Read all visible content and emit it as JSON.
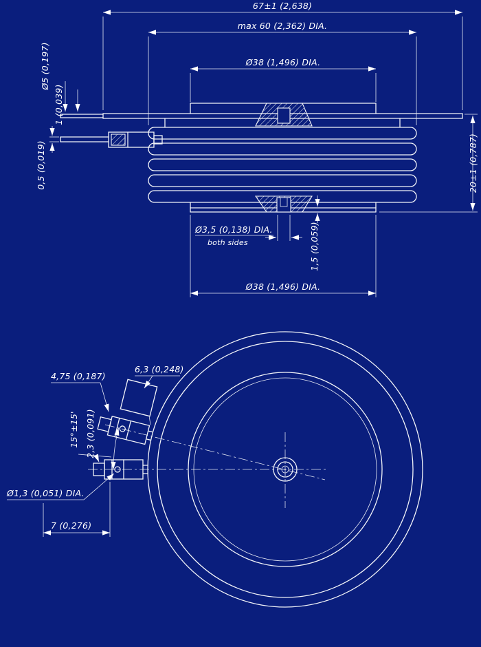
{
  "drawing": {
    "colors": {
      "background": "#0a1e7d",
      "line": "#ffffff"
    },
    "side_view": {
      "dim_overall_width": "67±1 (2,638)",
      "dim_max_diameter": "max 60 (2,362) DIA.",
      "dim_pole_face_top": "Ø38 (1,496) DIA.",
      "dim_thickness": "20±1 (0,787)",
      "dim_gate_tube": "Ø5 (0,197)",
      "dim_gate_wire": "1 (0,039)",
      "dim_gate_wire_lower": "0,5 (0,019)",
      "dim_center_hole": "Ø3,5 (0,138) DIA.",
      "note_both_sides": "both sides",
      "dim_hole_depth": "1,5 (0,059)",
      "dim_pole_face_bottom": "Ø38 (1,496) DIA."
    },
    "plan_view": {
      "dim_connector_width": "4,75 (0,187)",
      "dim_connector_length": "6,3 (0,248)",
      "dim_angle": "15°±15'",
      "dim_tab_thickness": "2,3 (0,091)",
      "dim_pin_hole": "Ø1,3 (0,051) DIA.",
      "dim_hole_offset": "7 (0,276)"
    }
  }
}
